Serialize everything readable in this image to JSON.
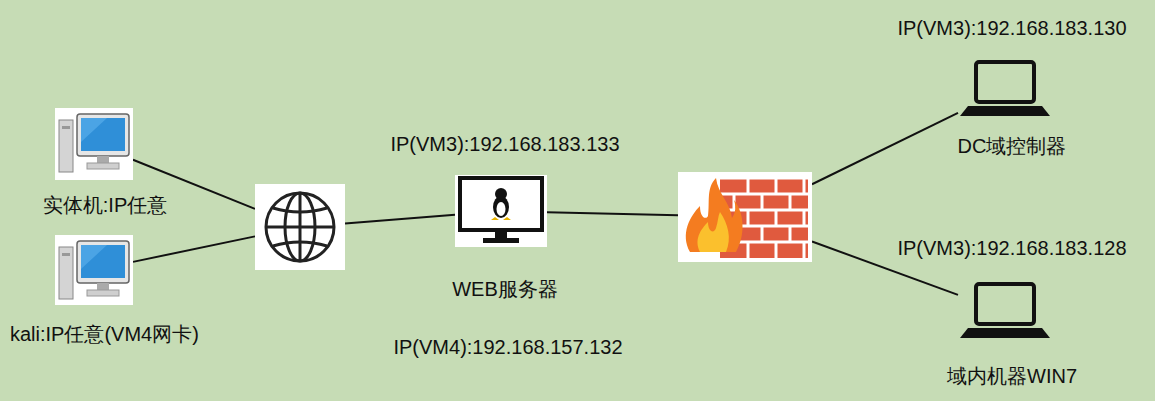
{
  "diagram": {
    "nodes": [
      {
        "text": [
          "实体机:IP任意"
        ]
      },
      {
        "text": [
          "kali:IP任意(VM4网卡)"
        ]
      },
      {
        "text": []
      },
      {
        "text": [
          "IP(VM3):192.168.183.133",
          "WEB服务器",
          "IP(VM4):192.168.157.132"
        ]
      },
      {
        "text": []
      },
      {
        "text": [
          "IP(VM3):192.168.183.130",
          "DC域控制器"
        ]
      },
      {
        "text": [
          "IP(VM3):192.168.183.128",
          "域内机器WIN7"
        ]
      }
    ],
    "edges": [
      {
        "from": 0,
        "to": 2,
        "arrow": "none"
      },
      {
        "from": 1,
        "to": 2,
        "arrow": "none"
      },
      {
        "from": 2,
        "to": 3,
        "arrow": "none"
      },
      {
        "from": 3,
        "to": 4,
        "arrow": "none"
      },
      {
        "from": 4,
        "to": 5,
        "arrow": "none"
      },
      {
        "from": 4,
        "to": 6,
        "arrow": "none"
      }
    ]
  }
}
